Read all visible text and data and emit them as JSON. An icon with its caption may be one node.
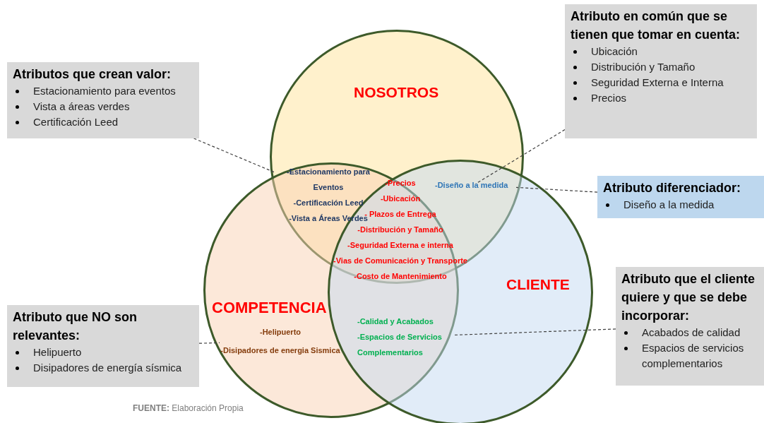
{
  "diagram": {
    "nodes": [
      {
        "text": [
          "NOSOTROS"
        ]
      },
      {
        "text": [
          "COMPETENCIA"
        ]
      },
      {
        "text": [
          "CLIENTE"
        ]
      },
      {
        "text": [
          "-Estacionamiento para Eventos",
          "-Certificación Leed",
          "-Vista a Áreas Verdes"
        ]
      },
      {
        "text": [
          "-Precios",
          "-Ubicación",
          "- Plazos de Entrega",
          "-Distribución y Tamaño",
          "-Seguridad Externa e interna",
          "-Vias de Comunicación y Transporte",
          "-Costo de Mantenimiento"
        ]
      },
      {
        "text": [
          "-Diseño a la medida"
        ]
      },
      {
        "text": [
          "-Helipuerto",
          "-Disipadores de energia Sismica"
        ],
        "in": 1
      },
      {
        "text": [
          "-Calidad y Acabados",
          "-Espacios de Servicios Complementarios"
        ]
      },
      {
        "text": [
          "Atributos que crean valor:",
          "Estacionamiento para eventos",
          "Vista a áreas verdes",
          "Certificación Leed"
        ]
      },
      {
        "text": [
          "Atributo en común que se tienen que tomar en cuenta:",
          "Ubicación",
          "Distribución y Tamaño",
          "Seguridad Externa e Interna",
          "Precios"
        ]
      },
      {
        "text": [
          "Atributo diferenciador:",
          "Diseño a la medida"
        ]
      },
      {
        "text": [
          "Atributo que NO son relevantes:",
          "Helipuerto",
          "Disipadores de energía sísmica"
        ]
      },
      {
        "text": [
          "Atributo que el cliente quiere y que se debe incorporar:",
          "Acabados de calidad",
          "Espacios de servicios complementarios"
        ]
      }
    ],
    "edges": [
      {
        "from": 8,
        "to": 3,
        "arrow": "none",
        "style": "dashed"
      },
      {
        "from": 9,
        "to": 4,
        "arrow": "none",
        "style": "dashed"
      },
      {
        "from": 10,
        "to": 5,
        "arrow": "none",
        "style": "dashed"
      },
      {
        "from": 11,
        "to": 6,
        "arrow": "none",
        "style": "dashed"
      },
      {
        "from": 12,
        "to": 7,
        "arrow": "none",
        "style": "dashed"
      }
    ],
    "labels": [
      "**FUENTE:** Elaboración Propia"
    ]
  }
}
